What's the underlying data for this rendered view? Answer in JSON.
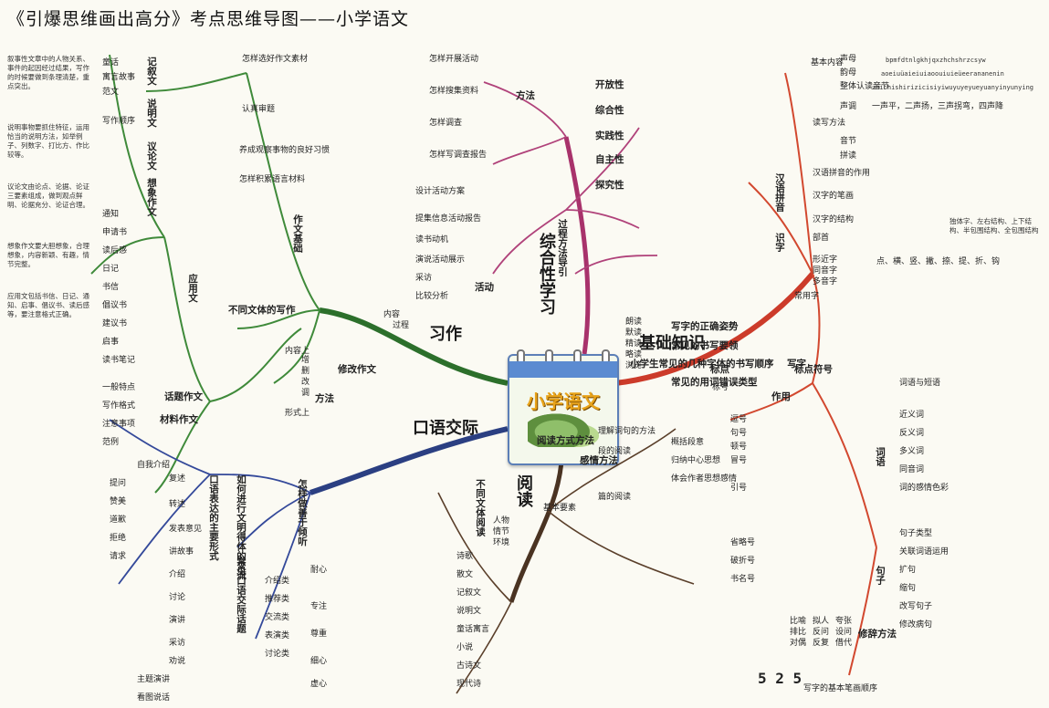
{
  "title": "《引爆思维画出高分》考点思维导图——小学语文",
  "center": {
    "label": "小学语文"
  },
  "branches": {
    "composition": "习作",
    "integrated": "综合性学习",
    "basics": "基础知识",
    "oral": "口语交际",
    "reading": "阅读"
  },
  "composition_nodes": [
    "作文基础",
    "不同文体的写作",
    "修改作文",
    "方法",
    "怎样选好作文素材",
    "认真审题",
    "养成观察事物的良好习惯",
    "怎样积累语言材料",
    "记叙文",
    "说明文",
    "议论文",
    "想象作文",
    "应用文",
    "话题作文",
    "材料作文",
    "童话",
    "寓言故事",
    "范文",
    "写作顺序",
    "读后感",
    "日记",
    "书信",
    "通知",
    "申请书",
    "倡议书",
    "建议书",
    "启事",
    "读书笔记",
    "一般特点",
    "写作格式",
    "注意事项",
    "增",
    "删",
    "改",
    "调",
    "内容上",
    "形式上",
    "范例"
  ],
  "integrated_nodes": [
    "开放性",
    "综合性",
    "实践性",
    "自主性",
    "探究性",
    "过程方法导引",
    "方法",
    "活动",
    "怎样开展活动",
    "怎样搜集资料",
    "怎样调查",
    "怎样写调查报告",
    "提集信息活动报告",
    "读书动机",
    "设计活动方案",
    "演说活动展示",
    "采访",
    "比较分析",
    "内容",
    "过程"
  ],
  "basics_nodes": [
    "汉语拼音",
    "识字",
    "写字",
    "词语",
    "句子",
    "标点符号",
    "修辞方法",
    "基本内容",
    "声母",
    "韵母",
    "整体认读音节",
    "声调",
    "读写方法",
    "音节",
    "拼读",
    "汉语拼音的作用",
    "汉字的笔画",
    "汉字的结构",
    "部首",
    "形近字",
    "同音字",
    "多音字",
    "常用字",
    "写字的正确姿势",
    "常见的书写要领",
    "小学生常见的几种字体的书写顺序",
    "常见的用词错误类型",
    "词语与短语",
    "近义词",
    "反义词",
    "多义词",
    "同音词",
    "词的感情色彩",
    "关联词语运用",
    "句子类型",
    "扩句",
    "缩句",
    "改写句子",
    "修改病句",
    "比喻",
    "拟人",
    "夸张",
    "排比",
    "反问",
    "设问",
    "对偶",
    "反复",
    "借代",
    "逗号",
    "句号",
    "顿号",
    "冒号",
    "引号",
    "省略号",
    "破折号",
    "书名号"
  ],
  "oral_nodes": [
    "如何进行文明得体的交流",
    "常见口语交际话题",
    "怎样做善于倾听",
    "口语表达的主要形式",
    "复述",
    "转述",
    "发表意见",
    "讲故事",
    "介绍",
    "讨论",
    "演讲",
    "采访",
    "劝说",
    "自我介绍",
    "主题演讲",
    "看图说话",
    "提问",
    "赞美",
    "道歉",
    "拒绝",
    "请求",
    "介绍类",
    "推荐类",
    "交流类",
    "表演类",
    "讨论类",
    "耐心",
    "专注",
    "尊重",
    "细心",
    "虚心"
  ],
  "reading_nodes": [
    "阅读方式方法",
    "不同文体阅读",
    "诗歌",
    "散文",
    "记叙文",
    "说明文",
    "童话寓言",
    "小说",
    "古诗文",
    "现代诗",
    "朗读",
    "默读",
    "精读",
    "略读",
    "浏览",
    "作用",
    "标点",
    "标号",
    "感情方法",
    "理解词句的方法",
    "段的阅读",
    "篇的阅读",
    "概括段意",
    "归纳中心思想",
    "体会作者思想感情",
    "基本要素",
    "人物",
    "情节",
    "环境"
  ],
  "left_textblocks": [
    "叙事性文章中的人物关系、事件的起因经过结果，写作的时候要做到条理清楚，重点突出。",
    "说明事物要抓住特征，运用恰当的说明方法，如举例子、列数字、打比方、作比较等。",
    "议论文由论点、论据、论证三要素组成，做到观点鲜明、论据充分、论证合理。",
    "想象作文要大胆想象，合理想象，内容新颖、有趣，情节完整。",
    "应用文包括书信、日记、通知、启事、倡议书、读后感等，要注意格式正确。"
  ],
  "right_textblocks": [
    "bpmfdtnlgkhjqxzhchshrzcsyw",
    "aoeiuüaieiuiaoouiuieüeerananenin",
    "zhichishirizicisiyiwuyuyeyueyuanyinyunying",
    "一声平，二声扬，三声拐弯，四声降",
    "独体字、左右结构、上下结构、半包围结构、全包围结构",
    "点、横、竖、撇、捺、提、折、钩"
  ],
  "bottom_right": {
    "sample": "5 2 5",
    "caption": "写字的基本笔画顺序"
  }
}
